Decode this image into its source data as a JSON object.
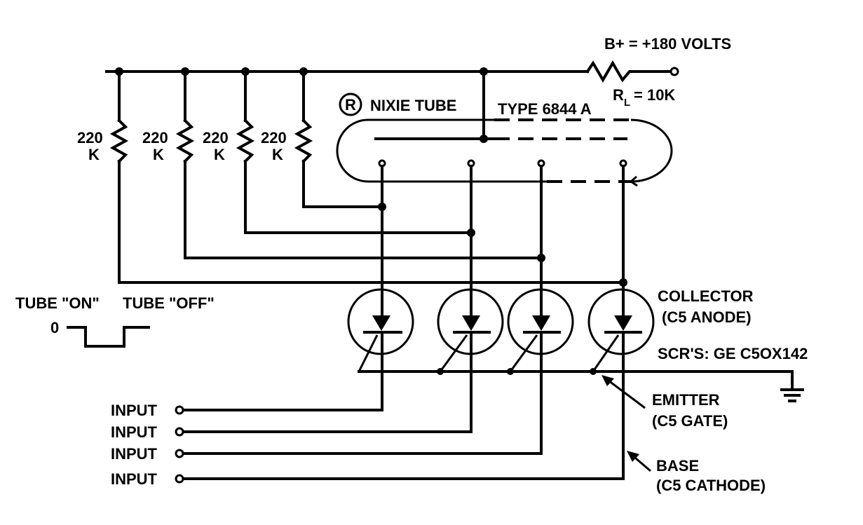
{
  "supply": {
    "label": "B+ = +180 VOLTS",
    "load_r": "R",
    "load_sub": "L",
    "load_val": "= 10K"
  },
  "tube": {
    "logo": "R",
    "name": "NIXIE TUBE",
    "type": "TYPE 6844 A"
  },
  "resistors": [
    {
      "value": "220",
      "unit": "K"
    },
    {
      "value": "220",
      "unit": "K"
    },
    {
      "value": "220",
      "unit": "K"
    },
    {
      "value": "220",
      "unit": "K"
    }
  ],
  "waveform": {
    "on_label": "TUBE \"ON\"",
    "off_label": "TUBE \"OFF\"",
    "zero_label": "0"
  },
  "collector": {
    "line1": "COLLECTOR",
    "line2": "(C5 ANODE)"
  },
  "scr": {
    "label": "SCR'S: GE C5OX142"
  },
  "emitter": {
    "line1": "EMITTER",
    "line2": "(C5 GATE)"
  },
  "base": {
    "line1": "BASE",
    "line2": "(C5 CATHODE)"
  },
  "inputs": [
    "INPUT",
    "INPUT",
    "INPUT",
    "INPUT"
  ]
}
